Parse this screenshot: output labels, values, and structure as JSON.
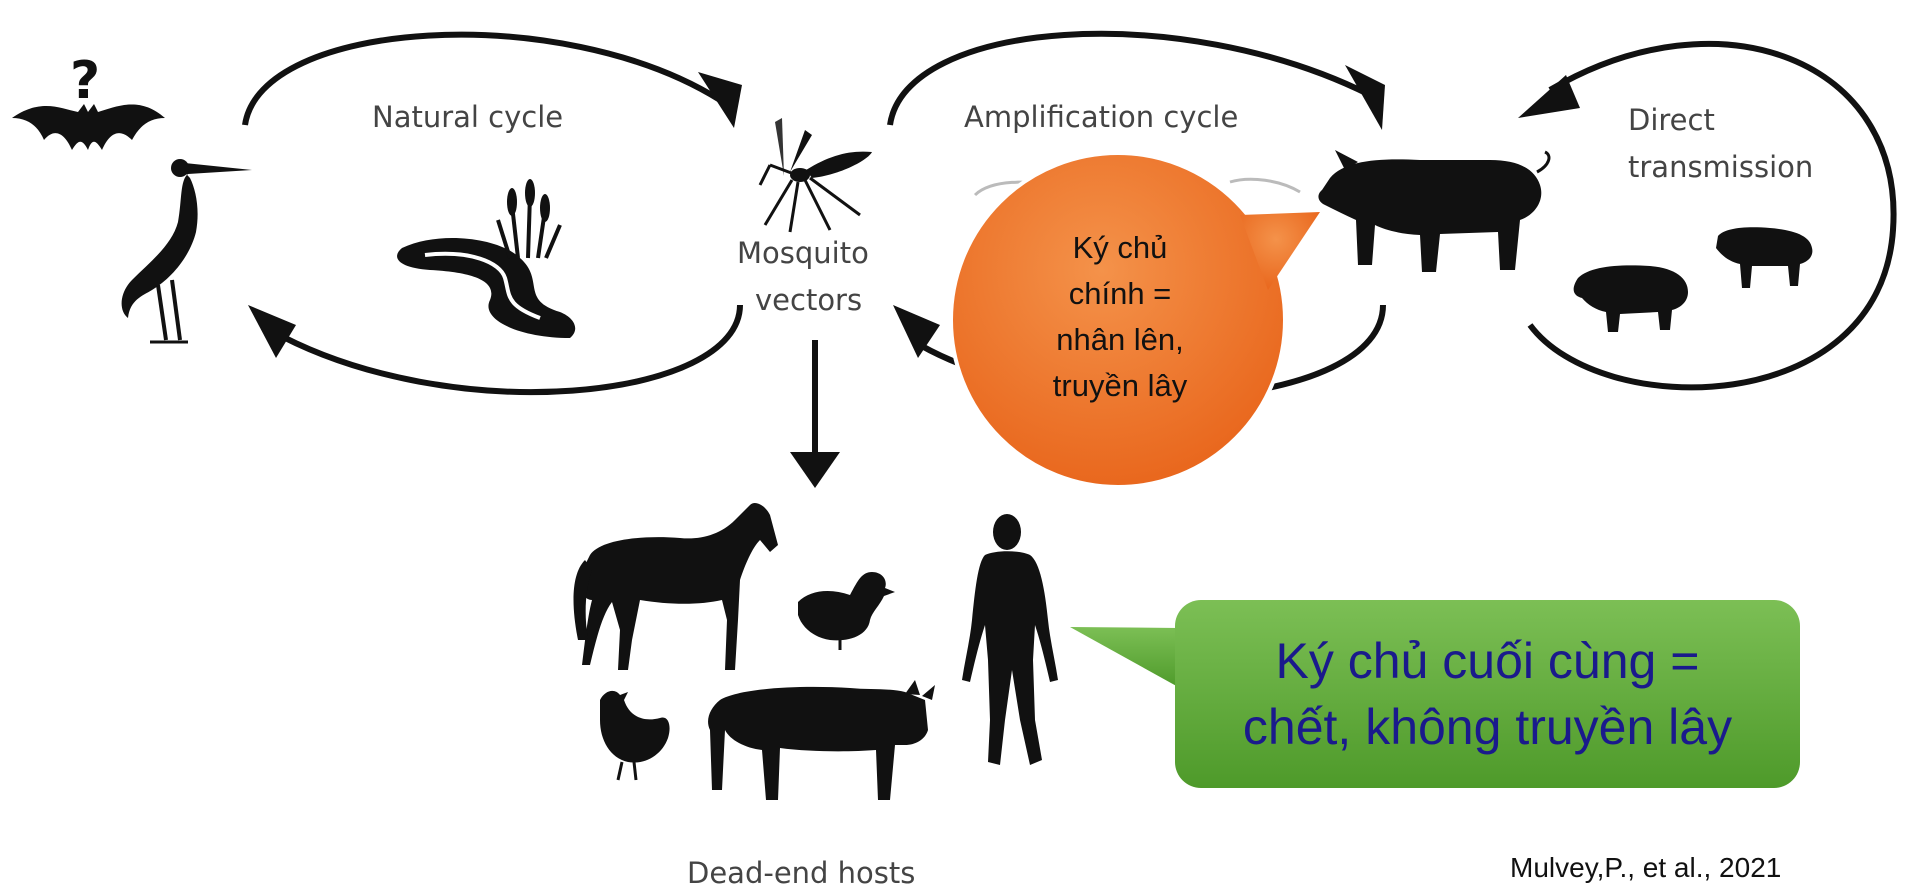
{
  "diagram": {
    "labels": {
      "natural_cycle": "Natural cycle",
      "mosquito": "Mosquito",
      "vectors": "vectors",
      "amplification_cycle": "Amplification cycle",
      "direct": "Direct",
      "transmission": "transmission",
      "dead_end_hosts": "Dead-end hosts",
      "unknown_host_mark": "?"
    },
    "icons": [
      "bat-icon",
      "heron-icon",
      "wetland-icon",
      "mosquito-icon",
      "pig-icon",
      "piglet-icon",
      "horse-icon",
      "duck-icon",
      "human-icon",
      "chicken-icon",
      "cow-icon"
    ]
  },
  "callouts": {
    "main_host": {
      "lines": [
        "Ký chủ",
        "chính =",
        "nhân lên,",
        "truyền lây"
      ],
      "fill": "#EE7A2E",
      "text_color": "#111111"
    },
    "dead_end": {
      "lines": [
        "Ký chủ cuối cùng =",
        "chết, không truyền lây"
      ],
      "fill": "#6FB043",
      "text_color": "#1A1A8C"
    }
  },
  "citation": "Mulvey,P., et al., 2021"
}
